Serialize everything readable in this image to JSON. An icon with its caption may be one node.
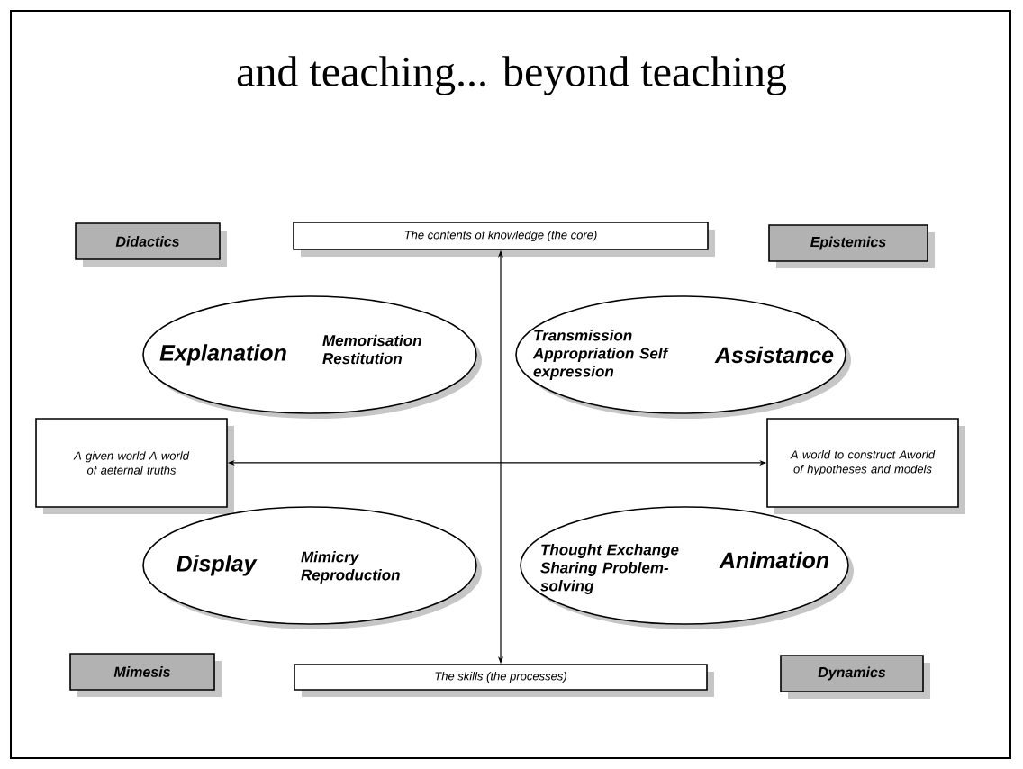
{
  "diagram": {
    "title": "and teaching... beyond teaching",
    "nodes": [
      {
        "text": [
          "Didactics"
        ]
      },
      {
        "text": [
          "The contents of knowledge (the core)"
        ]
      },
      {
        "text": [
          "Epistemics"
        ]
      },
      {
        "text": [
          "Explanation",
          "Memorisation Restitution"
        ]
      },
      {
        "text": [
          "Transmission Appropriation Self expression",
          "Assistance"
        ]
      },
      {
        "text": [
          "A given world A world of aeternal truths"
        ]
      },
      {
        "text": [
          "A world to construct Aworld of hypotheses and models"
        ]
      },
      {
        "text": [
          "Display",
          "Mimicry Reproduction"
        ]
      },
      {
        "text": [
          "Thought Exchange Sharing Problem-solving",
          "Animation"
        ]
      },
      {
        "text": [
          "Mimesis"
        ]
      },
      {
        "text": [
          "The skills (the processes)"
        ]
      },
      {
        "text": [
          "Dynamics"
        ]
      }
    ],
    "edges": [
      {
        "from": 1,
        "to": 10,
        "arrow": "both"
      },
      {
        "from": 5,
        "to": 6,
        "arrow": "both"
      }
    ]
  }
}
